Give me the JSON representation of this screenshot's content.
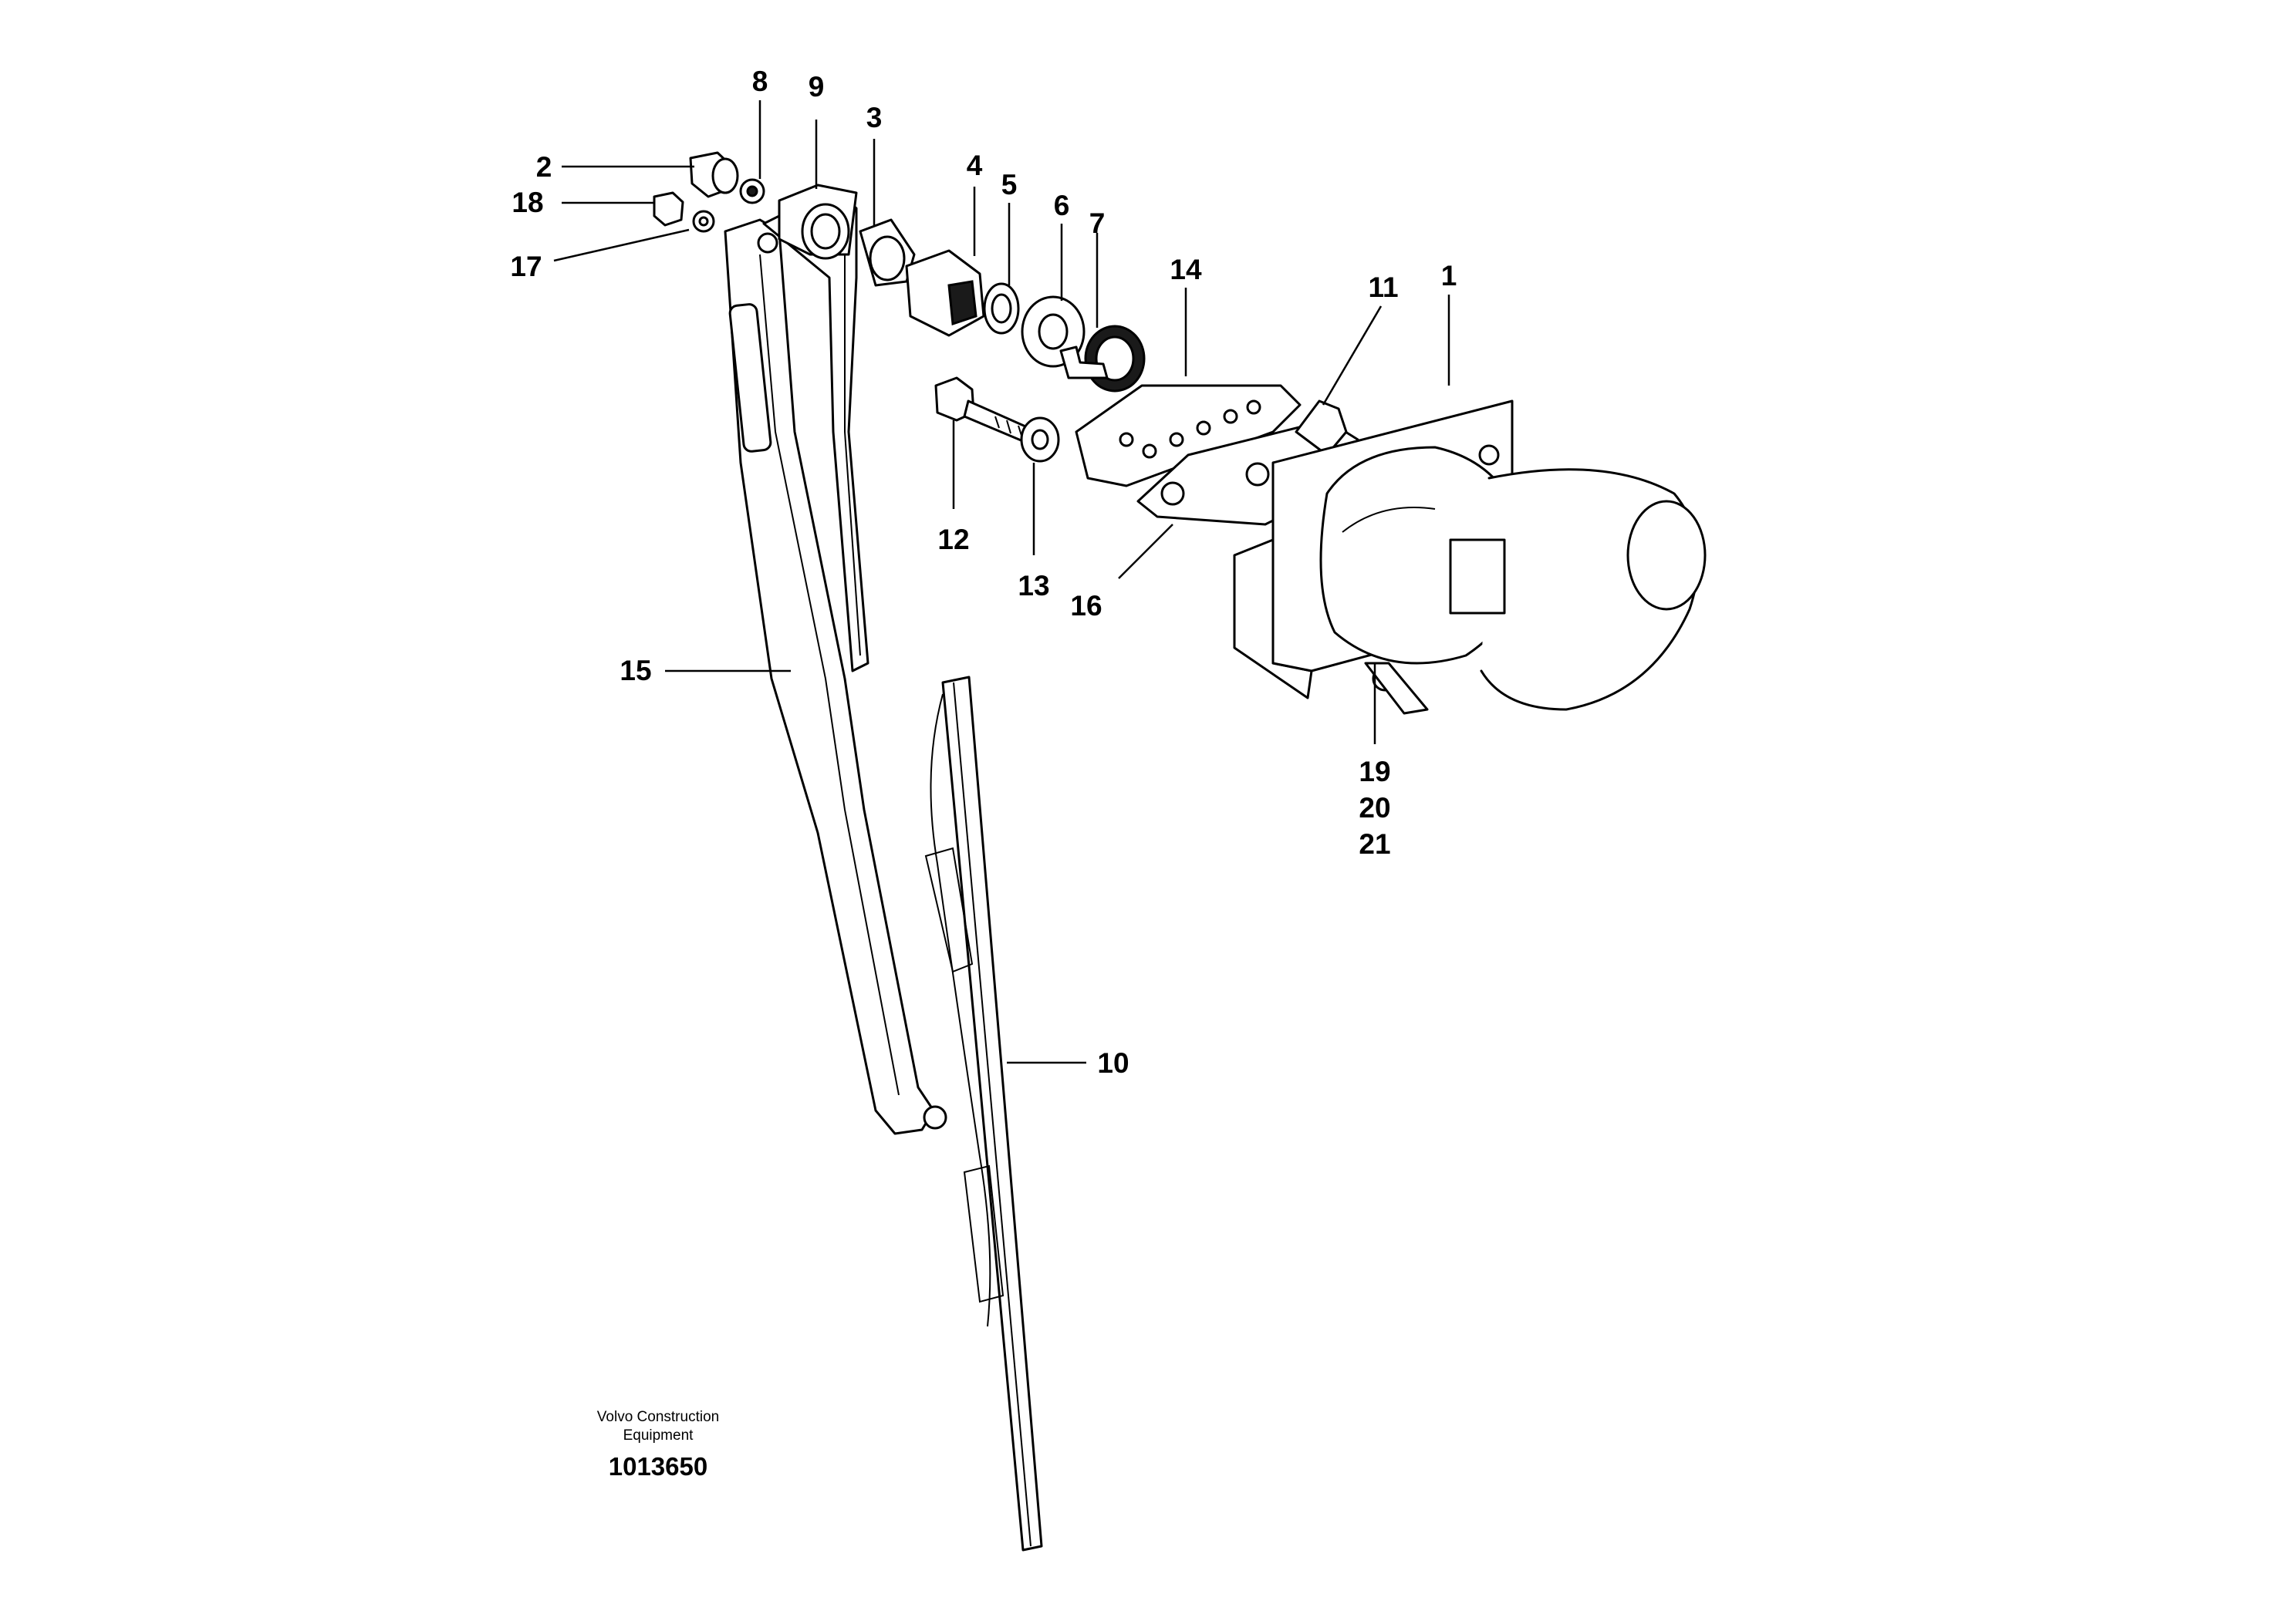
{
  "callouts": [
    {
      "id": "1",
      "label": "1"
    },
    {
      "id": "2",
      "label": "2"
    },
    {
      "id": "3",
      "label": "3"
    },
    {
      "id": "4",
      "label": "4"
    },
    {
      "id": "5",
      "label": "5"
    },
    {
      "id": "6",
      "label": "6"
    },
    {
      "id": "7",
      "label": "7"
    },
    {
      "id": "8",
      "label": "8"
    },
    {
      "id": "9",
      "label": "9"
    },
    {
      "id": "10",
      "label": "10"
    },
    {
      "id": "11",
      "label": "11"
    },
    {
      "id": "12",
      "label": "12"
    },
    {
      "id": "13",
      "label": "13"
    },
    {
      "id": "14",
      "label": "14"
    },
    {
      "id": "15",
      "label": "15"
    },
    {
      "id": "16",
      "label": "16"
    },
    {
      "id": "17",
      "label": "17"
    },
    {
      "id": "18",
      "label": "18"
    },
    {
      "id": "19",
      "label": "19"
    },
    {
      "id": "20",
      "label": "20"
    },
    {
      "id": "21",
      "label": "21"
    }
  ],
  "credit": {
    "line1": "Volvo Construction",
    "line2": "Equipment",
    "drawing_number": "1013650"
  }
}
